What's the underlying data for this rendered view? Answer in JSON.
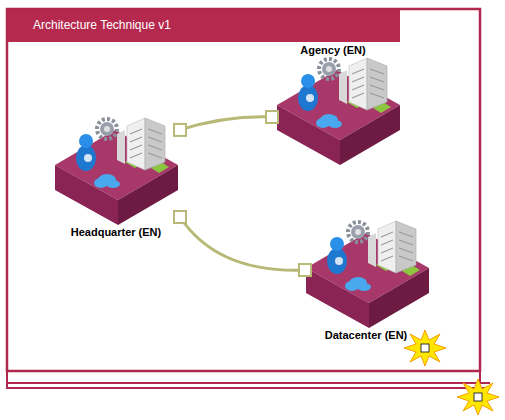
{
  "diagram": {
    "title": "Architecture Technique v1",
    "nodes": [
      {
        "text": [
          "Agency (EN)"
        ]
      },
      {
        "text": [
          "Headquarter (EN)"
        ]
      },
      {
        "text": [
          "Datacenter (EN)"
        ]
      }
    ],
    "edges": [
      {
        "from": 1,
        "to": 0,
        "arrow": "none"
      },
      {
        "from": 1,
        "to": 2,
        "arrow": "none"
      }
    ]
  }
}
